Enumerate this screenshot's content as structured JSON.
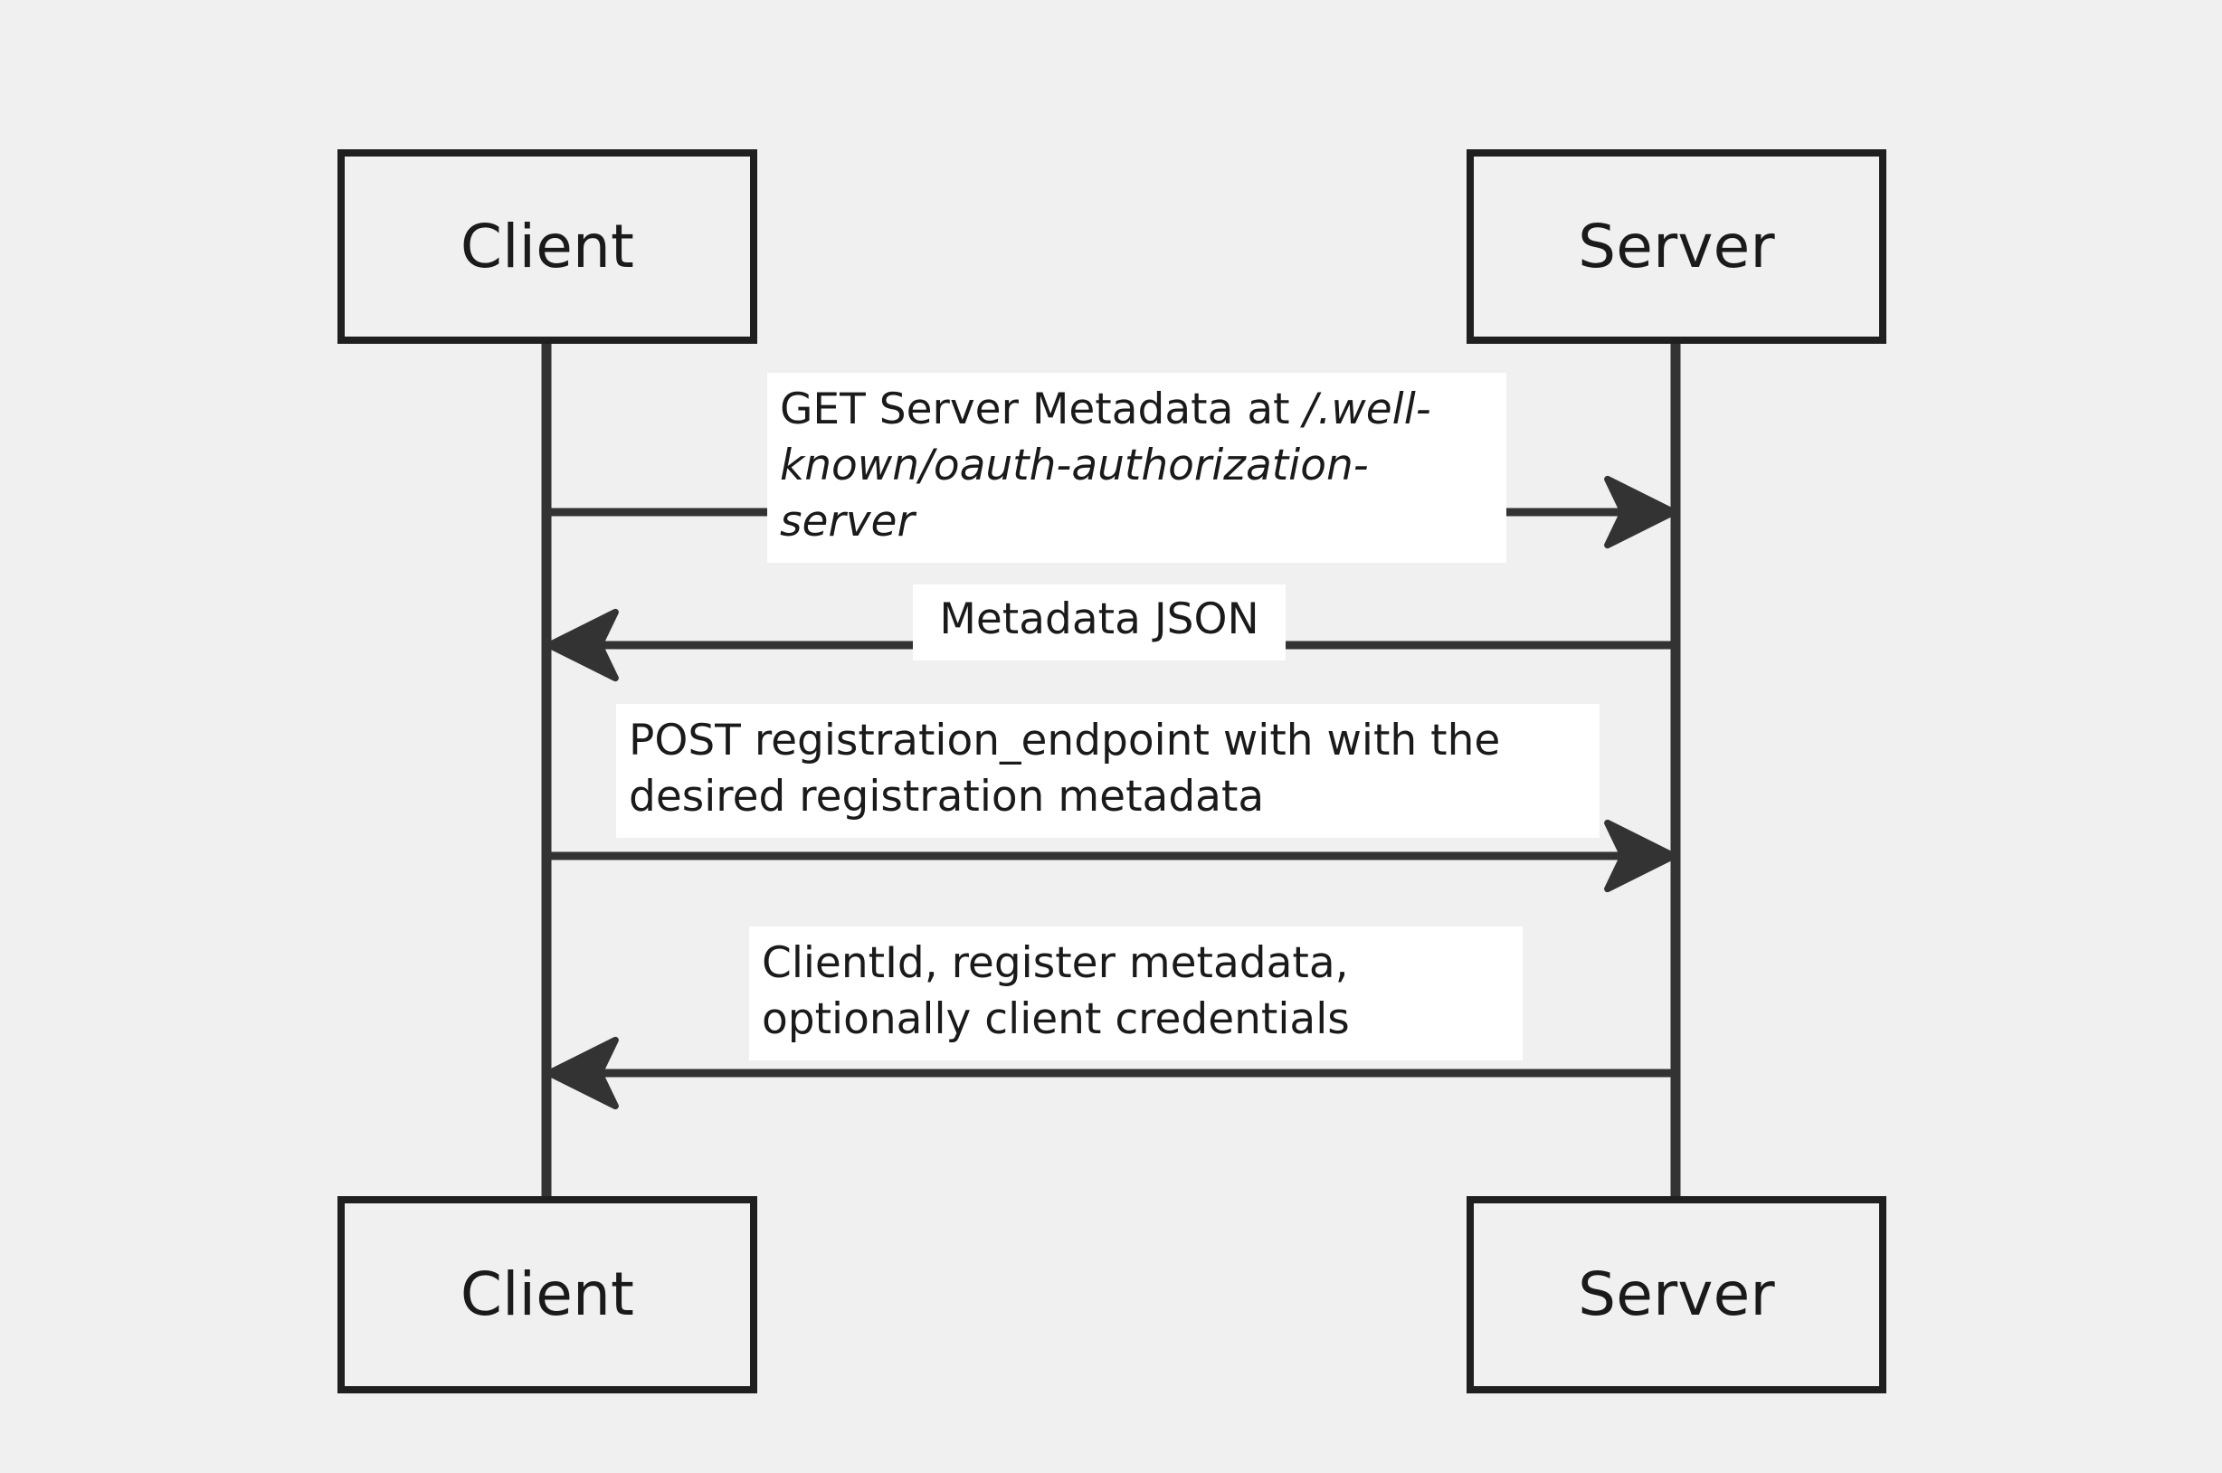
{
  "diagram": {
    "type": "sequence-diagram",
    "background_color": "#f0f0f0",
    "line_color": "#333333",
    "border_color": "#1f1f1f",
    "label_plate_color": "#ffffff",
    "text_color": "#1a1a1a",
    "participants": [
      {
        "id": "client",
        "label": "Client"
      },
      {
        "id": "server",
        "label": "Server"
      }
    ],
    "messages": [
      {
        "index": 1,
        "from": "client",
        "to": "server",
        "direction": "right",
        "arrow": "solid-arrow",
        "text_plain": "GET Server Metadata at",
        "text_italic": " /.well-known/oauth-authorization-server",
        "full_text": "GET Server Metadata at /.well-known/oauth-authorization-server"
      },
      {
        "index": 2,
        "from": "server",
        "to": "client",
        "direction": "left",
        "arrow": "solid-arrow",
        "text_plain": "Metadata JSON",
        "text_italic": "",
        "full_text": "Metadata JSON"
      },
      {
        "index": 3,
        "from": "client",
        "to": "server",
        "direction": "right",
        "arrow": "solid-arrow",
        "text_plain": "POST registration_endpoint with with the desired registration metadata",
        "text_italic": "",
        "full_text": "POST registration_endpoint with with the desired registration metadata"
      },
      {
        "index": 4,
        "from": "server",
        "to": "client",
        "direction": "left",
        "arrow": "solid-arrow",
        "text_plain": "ClientId, register metadata, optionally client credentials",
        "text_italic": "",
        "full_text": "ClientId, register metadata, optionally client credentials"
      }
    ]
  }
}
